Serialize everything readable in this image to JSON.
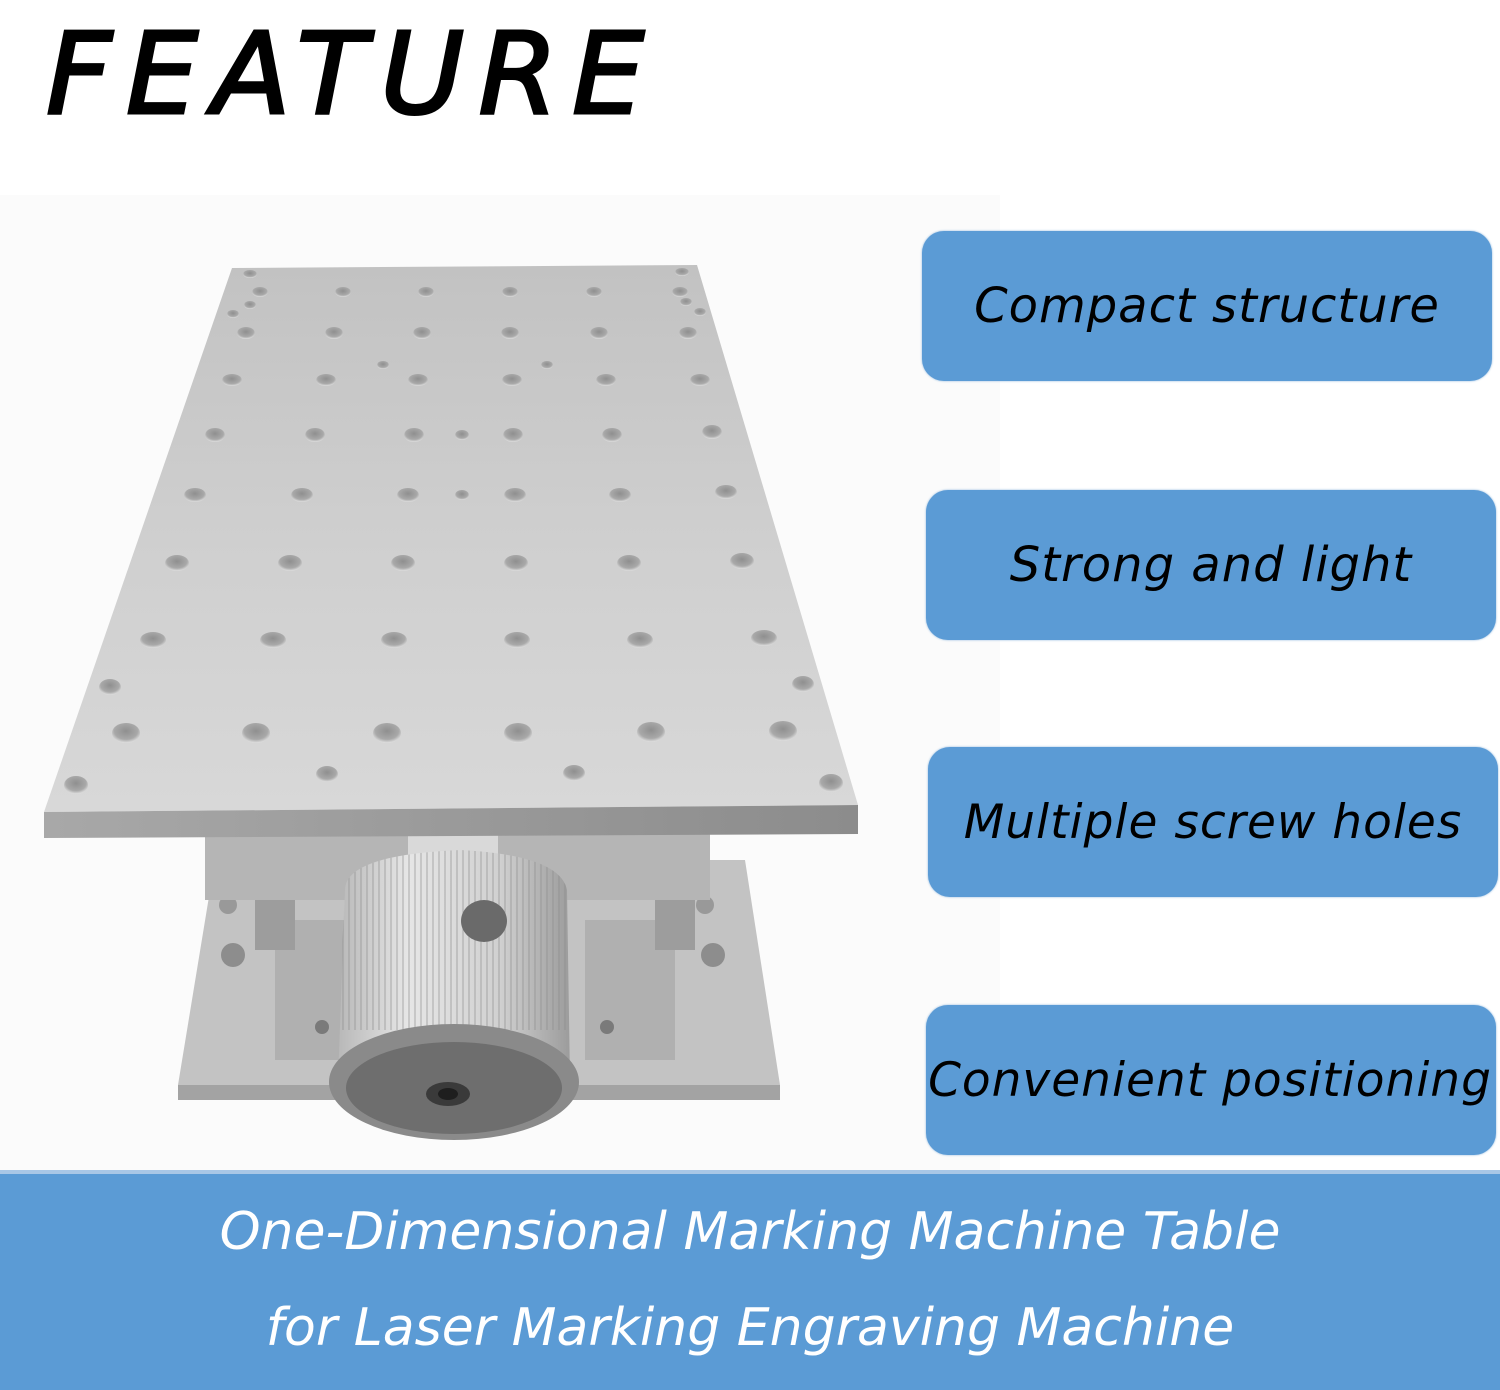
{
  "header": {
    "title": "FEATURE"
  },
  "product_image": {
    "subject": "one-dimensional marking machine table",
    "colors": {
      "plate": "#c9c9c9",
      "plate_edge": "#9a9a9a",
      "base": "#bdbdbd",
      "knob": "#d4d4d4",
      "knob_face": "#6e6e6e"
    }
  },
  "features": [
    {
      "label": "Compact structure"
    },
    {
      "label": "Strong and light"
    },
    {
      "label": "Multiple screw holes"
    },
    {
      "label": "Convenient positioning"
    }
  ],
  "footer_band": {
    "line1": "One-Dimensional Marking Machine Table",
    "line2": "for Laser Marking Engraving Machine"
  },
  "colors": {
    "accent_blue": "#5b9bd5",
    "band_text": "#ffffff",
    "box_text": "#000000",
    "background": "#ffffff"
  }
}
